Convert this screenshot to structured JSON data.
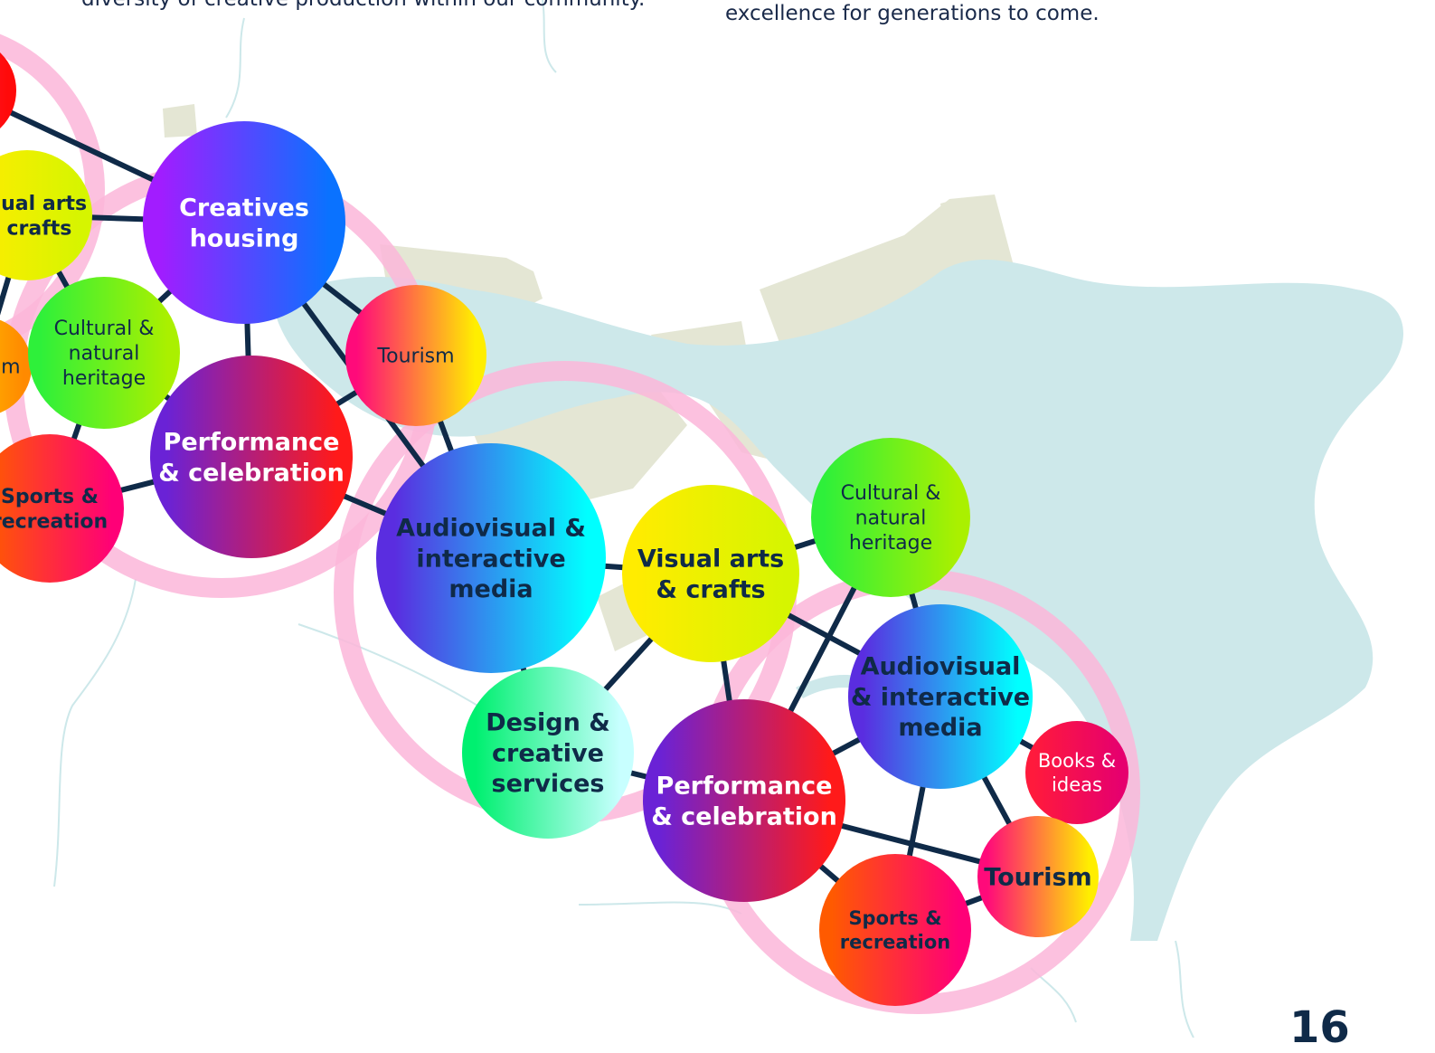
{
  "intro": {
    "left_tail": "diversity of creative production within our community.",
    "right_tail": "excellence for generations to come."
  },
  "page_number": "16",
  "colors": {
    "node_link": "#0f2a48",
    "cluster_ring": "#fbb6d9",
    "map_land": "#e4e6d4",
    "map_water": "#cde8ea",
    "text_dark": "#0f2a48",
    "text_light": "#ffffff"
  },
  "diagram": {
    "nodes": [
      {
        "id": "n0",
        "lines": [
          ""
        ],
        "gradient": "red"
      },
      {
        "id": "n1",
        "lines": [
          "Visual arts",
          "& crafts"
        ],
        "gradient": "yellow"
      },
      {
        "id": "n2",
        "lines": [
          "Tourism"
        ],
        "gradient": "orange"
      },
      {
        "id": "n3",
        "lines": [
          "Sports &",
          "recreation"
        ],
        "gradient": "sunset"
      },
      {
        "id": "n4",
        "lines": [
          "Cultural &",
          "natural",
          "heritage"
        ],
        "gradient": "green"
      },
      {
        "id": "n5",
        "lines": [
          "Creatives",
          "housing"
        ],
        "gradient": "purpleblue"
      },
      {
        "id": "n6",
        "lines": [
          "Performance",
          "& celebration"
        ],
        "gradient": "purplered"
      },
      {
        "id": "n7",
        "lines": [
          "Tourism"
        ],
        "gradient": "pinkyellow"
      },
      {
        "id": "n8",
        "lines": [
          "Audiovisual &",
          "interactive",
          "media"
        ],
        "gradient": "bluecyan"
      },
      {
        "id": "n9",
        "lines": [
          "Visual arts",
          "& crafts"
        ],
        "gradient": "yellow"
      },
      {
        "id": "n10",
        "lines": [
          "Cultural &",
          "natural",
          "heritage"
        ],
        "gradient": "green"
      },
      {
        "id": "n11",
        "lines": [
          "Design &",
          "creative",
          "services"
        ],
        "gradient": "greencyan"
      },
      {
        "id": "n12",
        "lines": [
          "Performance",
          "& celebration"
        ],
        "gradient": "purplered"
      },
      {
        "id": "n13",
        "lines": [
          "Audiovisual",
          "& interactive",
          "media"
        ],
        "gradient": "bluecyan"
      },
      {
        "id": "n14",
        "lines": [
          "Books &",
          "ideas"
        ],
        "gradient": "redpink"
      },
      {
        "id": "n15",
        "lines": [
          "Tourism"
        ],
        "gradient": "pinkyellow"
      },
      {
        "id": "n16",
        "lines": [
          "Sports &",
          "recreation"
        ],
        "gradient": "sunset"
      }
    ],
    "links": [
      [
        "n0",
        "n5"
      ],
      [
        "n0",
        "n1"
      ],
      [
        "n1",
        "n5"
      ],
      [
        "n1",
        "n4"
      ],
      [
        "n1",
        "n2"
      ],
      [
        "n5",
        "n4"
      ],
      [
        "n5",
        "n6"
      ],
      [
        "n5",
        "n7"
      ],
      [
        "n5",
        "n8"
      ],
      [
        "n4",
        "n3"
      ],
      [
        "n4",
        "n6"
      ],
      [
        "n3",
        "n6"
      ],
      [
        "n6",
        "n7"
      ],
      [
        "n6",
        "n8"
      ],
      [
        "n7",
        "n8"
      ],
      [
        "n8",
        "n9"
      ],
      [
        "n8",
        "n11"
      ],
      [
        "n9",
        "n10"
      ],
      [
        "n9",
        "n11"
      ],
      [
        "n9",
        "n12"
      ],
      [
        "n9",
        "n13"
      ],
      [
        "n10",
        "n12"
      ],
      [
        "n10",
        "n13"
      ],
      [
        "n11",
        "n12"
      ],
      [
        "n12",
        "n13"
      ],
      [
        "n12",
        "n15"
      ],
      [
        "n12",
        "n16"
      ],
      [
        "n13",
        "n14"
      ],
      [
        "n13",
        "n15"
      ],
      [
        "n13",
        "n16"
      ],
      [
        "n14",
        "n15"
      ],
      [
        "n15",
        "n16"
      ]
    ]
  }
}
